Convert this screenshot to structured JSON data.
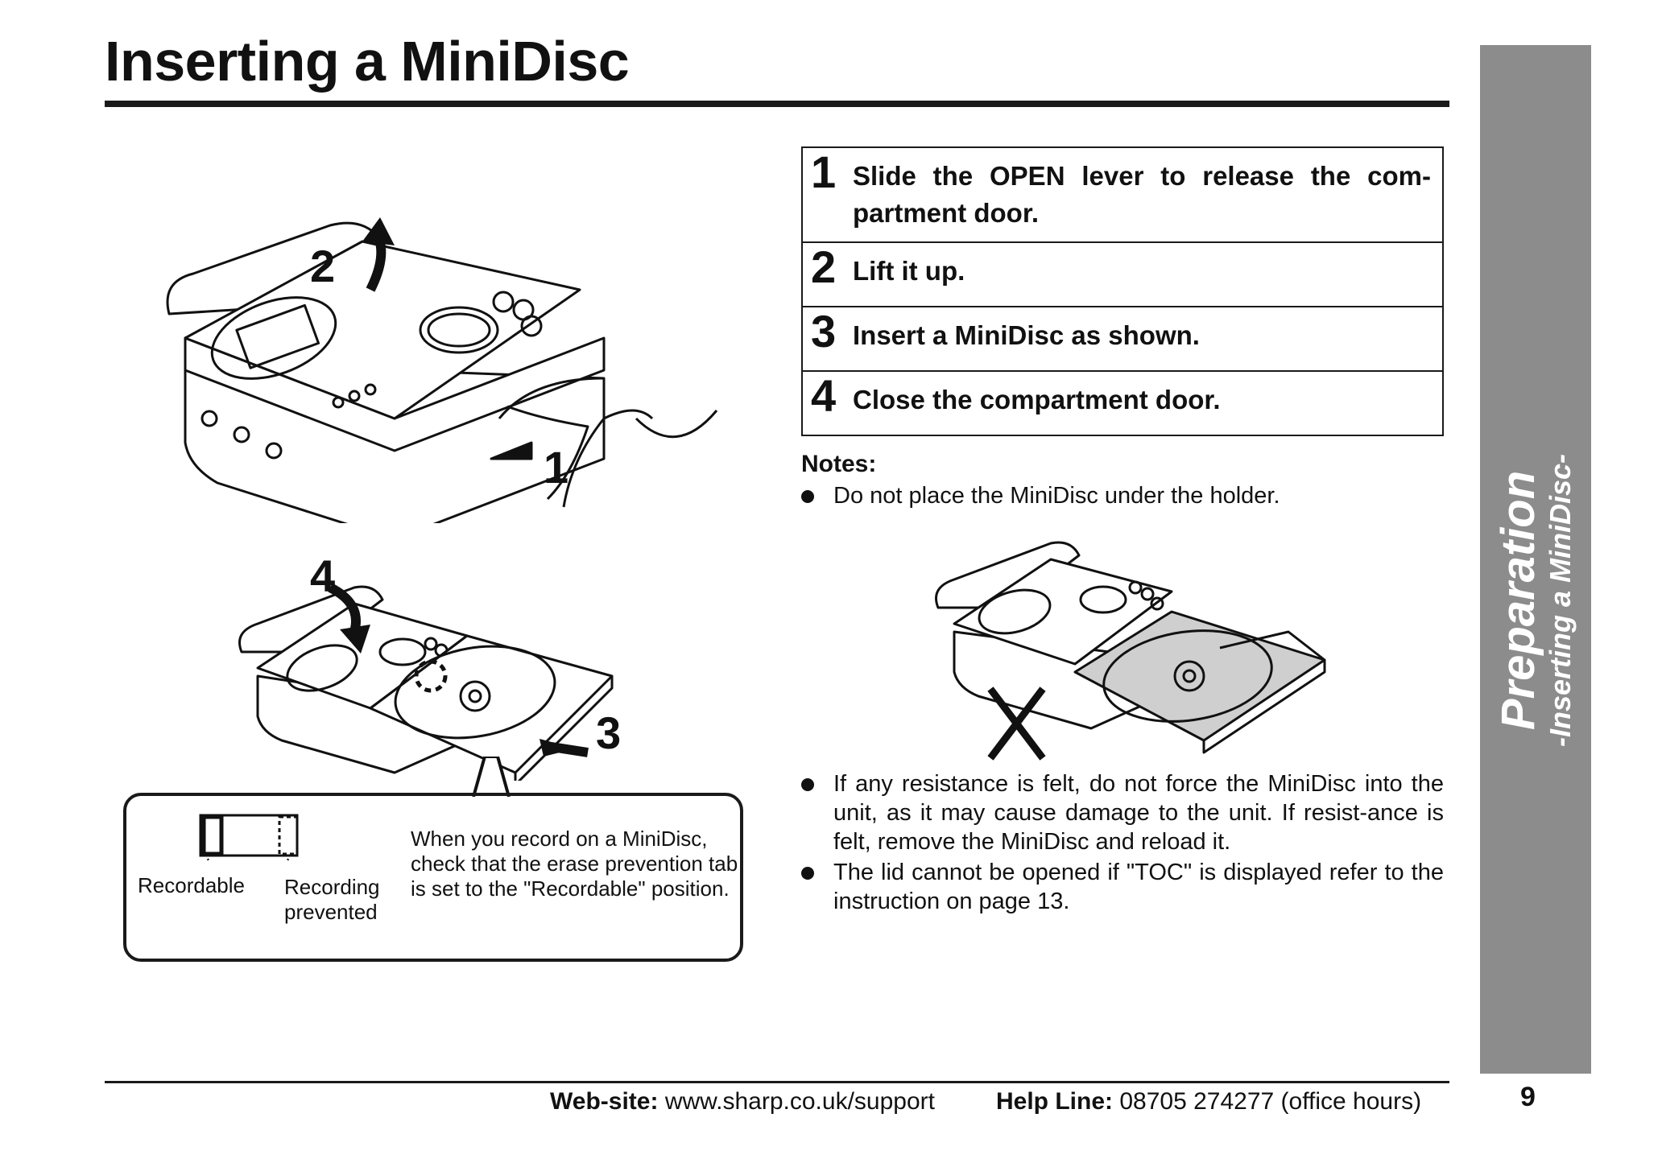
{
  "page": {
    "title": "Inserting a MiniDisc",
    "side_tab": {
      "main": "Preparation",
      "sub": "-Inserting a MiniDisc-"
    },
    "page_number": "9"
  },
  "illustrations": {
    "top_callouts": [
      "2",
      "1"
    ],
    "bottom_callouts": [
      "4",
      "3"
    ]
  },
  "tab_box": {
    "recordable": "Recordable",
    "recording_prevented": "Recording prevented",
    "note": "When you record on a MiniDisc, check that the erase prevention tab is set to the \"Recordable\" position."
  },
  "steps": [
    {
      "num": "1",
      "text": "Slide the OPEN lever to release the com-partment door."
    },
    {
      "num": "2",
      "text": "Lift it up."
    },
    {
      "num": "3",
      "text": "Insert a MiniDisc as shown."
    },
    {
      "num": "4",
      "text": "Close the compartment door."
    }
  ],
  "notes": {
    "heading": "Notes:",
    "items": [
      "Do not place the MiniDisc under the holder.",
      "If any resistance is felt, do not force the MiniDisc into the unit, as it may cause damage to the unit. If resist-ance is felt, remove the MiniDisc and reload it.",
      "The lid cannot be opened if \"TOC\" is displayed refer to the instruction on page 13."
    ]
  },
  "footer": {
    "website_label": "Web-site:",
    "website": "www.sharp.co.uk/support",
    "helpline_label": "Help Line:",
    "helpline": "08705 274277 (office hours)"
  }
}
